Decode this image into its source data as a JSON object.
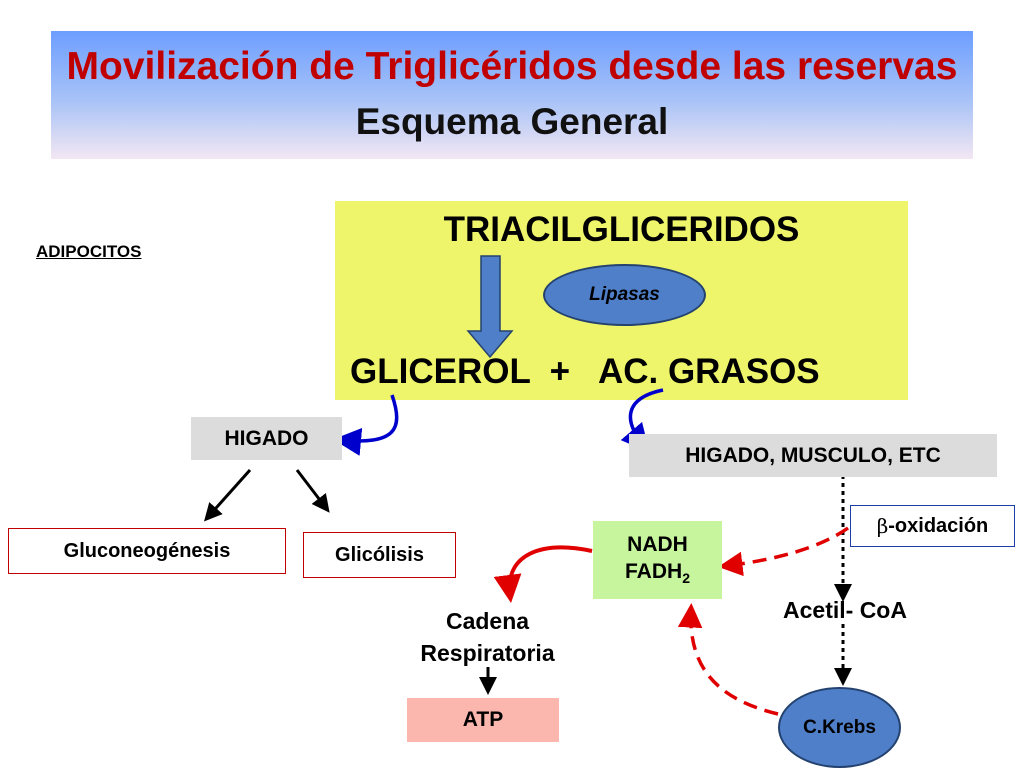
{
  "header": {
    "title": "Movilización de Triglicéridos desde las reservas",
    "subtitle": "Esquema General"
  },
  "labels": {
    "adipocitos": "ADIPOCITOS",
    "triacilgliceridos": "TRIACILGLICERIDOS",
    "lipasas": "Lipasas",
    "glicerol_line": "GLICEROL  +   AC. GRASOS",
    "higado": "HIGADO",
    "higado_musculo": "HIGADO, MUSCULO, ETC",
    "gluconeogenesis": "Gluconeogénesis",
    "glicolisis": "Glicólisis",
    "beta_symbol": "β",
    "beta_oxidacion": "-oxidación",
    "nadh": "NADH",
    "fadh": "FADH",
    "fadh_sub": "2",
    "acetil_coa": "Acetil- CoA",
    "cadena": "Cadena",
    "respiratoria": "Respiratoria",
    "atp": "ATP",
    "krebs": "C.Krebs"
  },
  "colors": {
    "title_red": "#c00000",
    "yellow_box": "#eef56b",
    "blue_ellipse": "#4f7fc8",
    "green_box": "#c6f59d",
    "atp_box": "#fbb6ad",
    "blue_arrow": "#0000cc",
    "red_arrow": "#e00000"
  }
}
